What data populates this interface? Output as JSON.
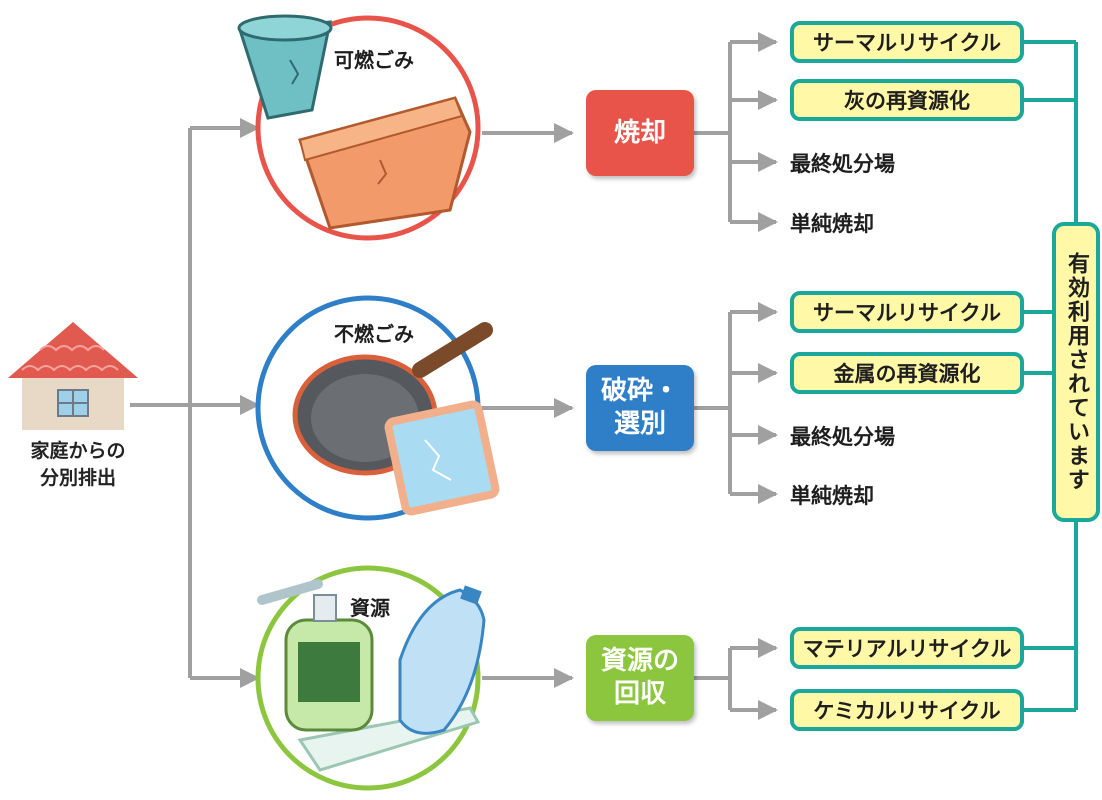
{
  "source": {
    "line1": "家庭からの",
    "line2": "分別排出"
  },
  "categories": {
    "combustible": {
      "label": "可燃ごみ",
      "color": "#e8534a"
    },
    "noncombustible": {
      "label": "不燃ごみ",
      "color": "#2e7fc7"
    },
    "resources": {
      "label": "資源",
      "color": "#8cc63f"
    }
  },
  "processes": {
    "incineration": {
      "line1": "焼却",
      "line2": "",
      "color": "#e8534a"
    },
    "crushing": {
      "line1": "破砕・",
      "line2": "選別",
      "color": "#2e7fc7"
    },
    "collection": {
      "line1": "資源の",
      "line2": "回収",
      "color": "#8cc63f"
    }
  },
  "outputs": {
    "combustible": [
      "サーマルリサイクル",
      "灰の再資源化",
      "最終処分場",
      "単純焼却"
    ],
    "noncombustible": [
      "サーマルリサイクル",
      "金属の再資源化",
      "最終処分場",
      "単純焼却"
    ],
    "resources": [
      "マテリアルリサイクル",
      "ケミカルリサイクル"
    ]
  },
  "effective_use_label": "有効利用されています",
  "colors": {
    "arrow": "#a0a0a0",
    "teal_border": "#1aa89a",
    "highlight_fill": "#fff8a6",
    "roof": "#e05a4f",
    "house_wall": "#e8d9c6"
  },
  "icons": {
    "house": "house-icon",
    "combustible": "bucket-and-basket-icon",
    "noncombustible": "frying-pan-and-broken-mirror-icon",
    "resources": "bottle-and-tray-icon"
  }
}
